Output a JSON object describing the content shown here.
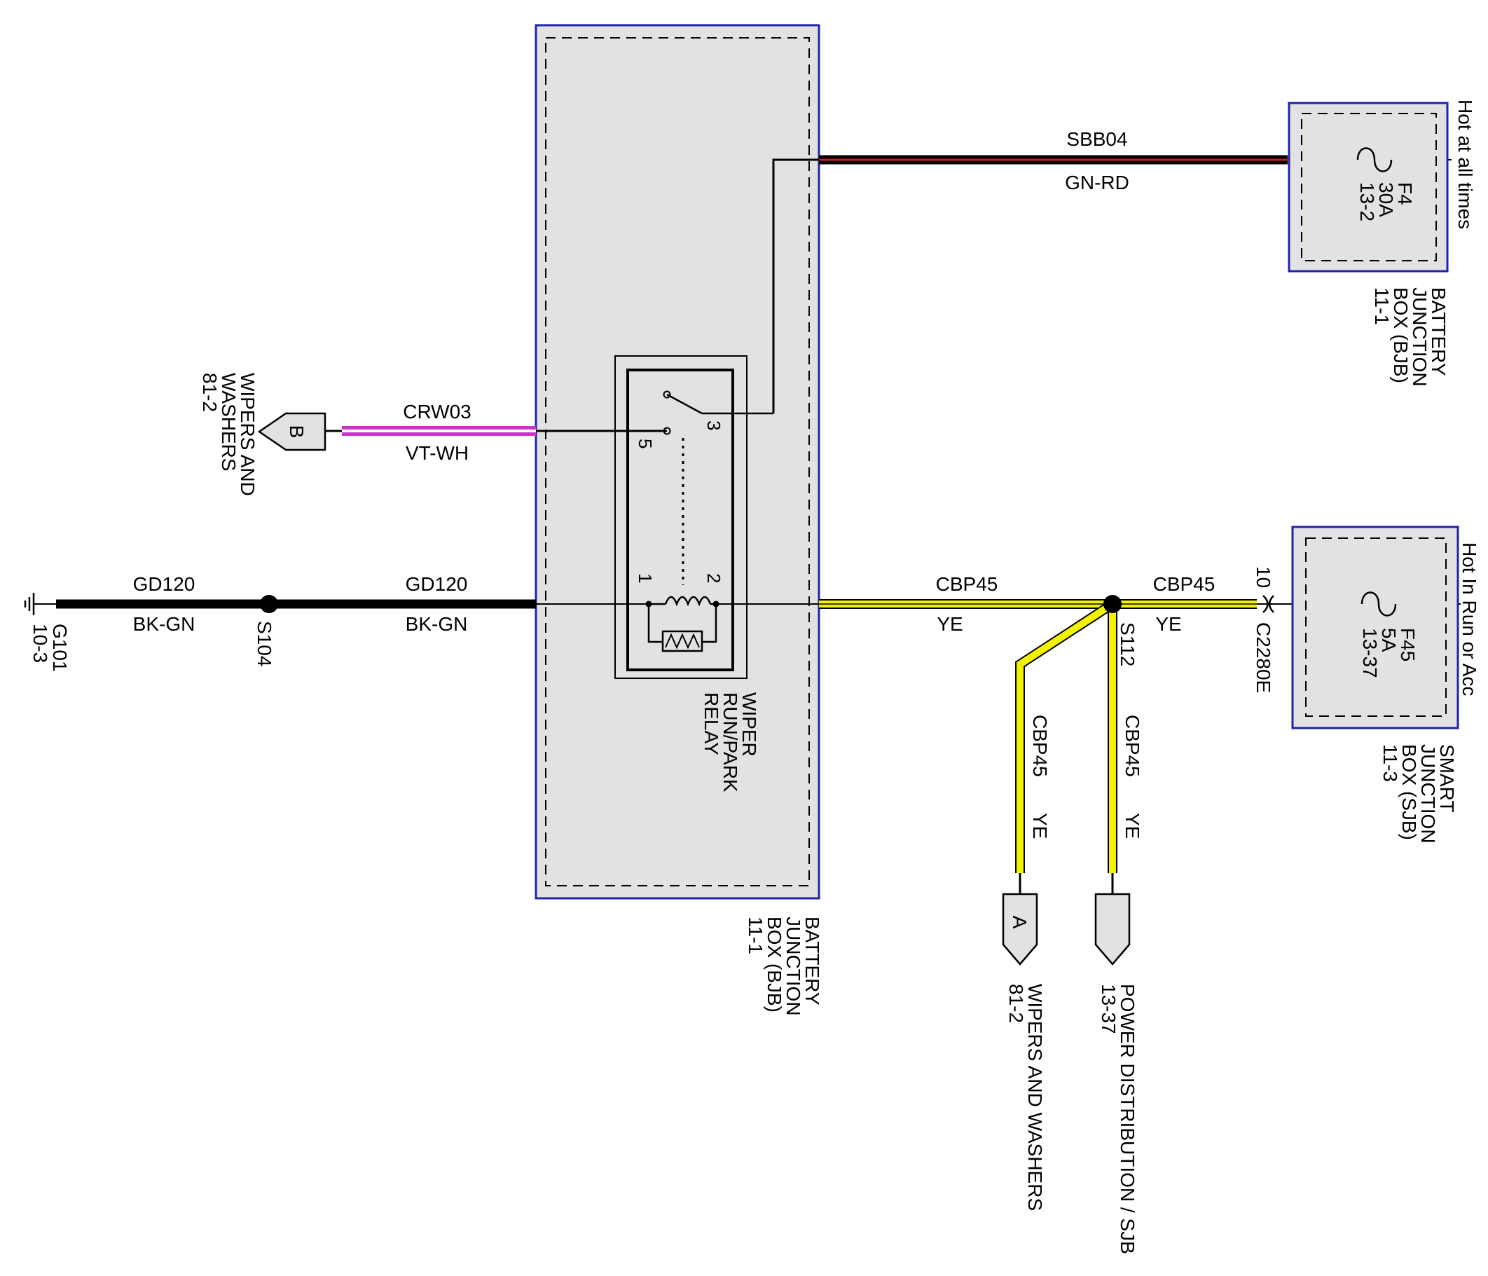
{
  "colors": {
    "box_border": "#2222aa",
    "box_fill": "#e2e2e2",
    "wire_black": "#000000",
    "wire_yellow": "#f2f200",
    "wire_red": "#c0201c",
    "wire_magenta": "#cc33cc"
  },
  "wires": {
    "sbb04": {
      "circuit": "SBB04",
      "color": "GN-RD"
    },
    "crw03": {
      "circuit": "CRW03",
      "color": "VT-WH"
    },
    "gd120_left": {
      "circuit": "GD120",
      "color": "BK-GN"
    },
    "gd120_right": {
      "circuit": "GD120",
      "color": "BK-GN"
    },
    "cbp45_mid": {
      "circuit": "CBP45",
      "color": "YE"
    },
    "cbp45_right": {
      "circuit": "CBP45",
      "color": "YE"
    },
    "cbp45_branch_a": {
      "circuit": "CBP45",
      "color": "YE"
    },
    "cbp45_branch_b": {
      "circuit": "CBP45",
      "color": "YE"
    }
  },
  "components": {
    "bjb_main": {
      "lines": [
        "BATTERY",
        "JUNCTION",
        "BOX (BJB)",
        "11-1"
      ]
    },
    "bjb_fuse_box": {
      "lines": [
        "BATTERY",
        "JUNCTION",
        "BOX (BJB)",
        "11-1"
      ]
    },
    "sjb": {
      "lines": [
        "SMART",
        "JUNCTION",
        "BOX (SJB)",
        "11-3"
      ]
    },
    "fuse_f4": {
      "lines": [
        "F4",
        "30A",
        "13-2"
      ]
    },
    "fuse_f45": {
      "lines": [
        "F45",
        "5A",
        "13-37"
      ]
    },
    "relay": {
      "lines": [
        "WIPER",
        "RUN/PARK",
        "RELAY"
      ]
    },
    "relay_pins": {
      "p1": "1",
      "p2": "2",
      "p3": "3",
      "p5": "5"
    }
  },
  "power": {
    "hot_all_times": "Hot at all times",
    "hot_run_acc": "Hot In Run or Acc"
  },
  "splices": {
    "s104": "S104",
    "s112": "S112"
  },
  "ground": {
    "name": "G101",
    "ref": "10-3"
  },
  "connector": {
    "name": "C2280E",
    "pin": "10"
  },
  "page_refs": {
    "b": {
      "letter": "B",
      "lines": [
        "WIPERS AND",
        "WASHERS",
        "81-2"
      ]
    },
    "a": {
      "letter": "A",
      "lines": [
        "WIPERS AND WASHERS",
        "81-2"
      ]
    },
    "pd": {
      "letter": "",
      "lines": [
        "POWER DISTRIBUTION / SJB",
        "13-37"
      ]
    }
  }
}
